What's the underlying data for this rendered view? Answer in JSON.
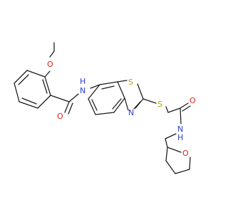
{
  "molecule": {
    "atoms": {
      "methoxy_methyl_label": "O",
      "methoxy_o_label": "O",
      "amide_o_label": "O",
      "amide_nh_label": "H",
      "amide_nh_n": "N",
      "thiazole_s_label": "S",
      "thiazole_n_label": "N",
      "thioether_s_label": "S",
      "acetamide_o_label": "O",
      "acetamide_n_label": "N",
      "acetamide_h_label": "H",
      "thf_o_label": "O"
    },
    "colors": {
      "carbon_bond": "#1a1a1a",
      "oxygen": "#e0201b",
      "nitrogen": "#2b3bd6",
      "sulfur": "#b5a300"
    }
  }
}
